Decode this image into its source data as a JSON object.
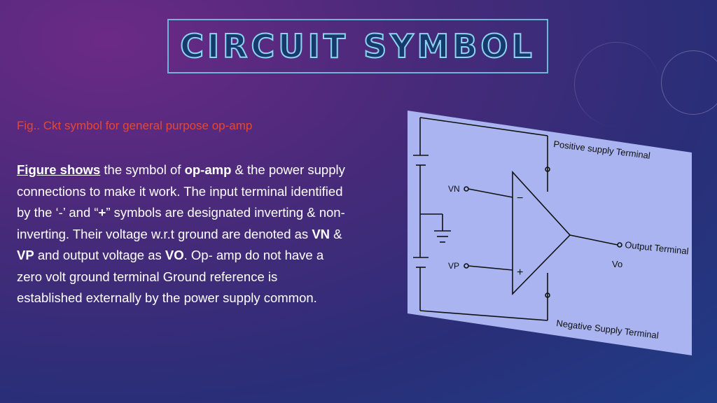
{
  "title": "CIRCUIT SYMBOL",
  "caption": "Fig.. Ckt symbol for general purpose op-amp",
  "body": {
    "s1_bold": "Figure shows",
    "s2": " the symbol of ",
    "s3_bold": "op-amp",
    "s4": " & the power supply connections to make it work. The  input terminal identified by the ‘-’ and “",
    "s5_bold": "+",
    "s6": "” symbols are designated inverting & non-  inverting. Their voltage w.r.t ground are denoted as ",
    "s7_bold": "VN",
    "s8": " & ",
    "s9_bold": "VP",
    "s10": " and output voltage as ",
    "s11_bold": "VO",
    "s12": ". Op-  amp do not have a zero volt ground terminal Ground reference is established externally by  the power supply common."
  },
  "figure": {
    "positive_label": "Positive supply Terminal",
    "negative_label": "Negative Supply Terminal",
    "vn_label": "VN",
    "vp_label": "VP",
    "minus_sign": "−",
    "plus_sign": "+",
    "output_label": "Output Terminal",
    "vo_label": "Vo",
    "fill_color": "#a9b4f0"
  }
}
